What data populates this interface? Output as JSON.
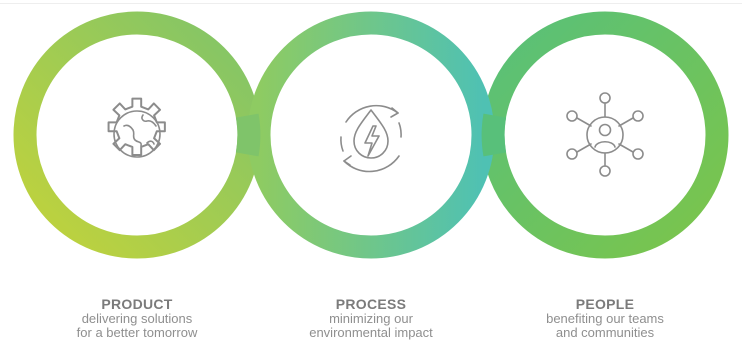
{
  "pillars": [
    {
      "title": "PRODUCT",
      "line1": "delivering solutions",
      "line2": "for a better tomorrow",
      "icon": "gear-globe-icon"
    },
    {
      "title": "PROCESS",
      "line1": "minimizing our",
      "line2": "environmental impact",
      "icon": "water-energy-cycle-icon"
    },
    {
      "title": "PEOPLE",
      "line1": "benefiting our teams",
      "line2": "and communities",
      "icon": "people-network-icon"
    }
  ],
  "colors": {
    "ring_left_start": "#c3d33a",
    "ring_left_end": "#7fc46a",
    "ring_middle_start": "#8ecb62",
    "ring_middle_end": "#4fc1b3",
    "ring_right_start": "#58c07a",
    "ring_right_end": "#7cc54a",
    "icon_stroke": "#8c8c8c"
  }
}
